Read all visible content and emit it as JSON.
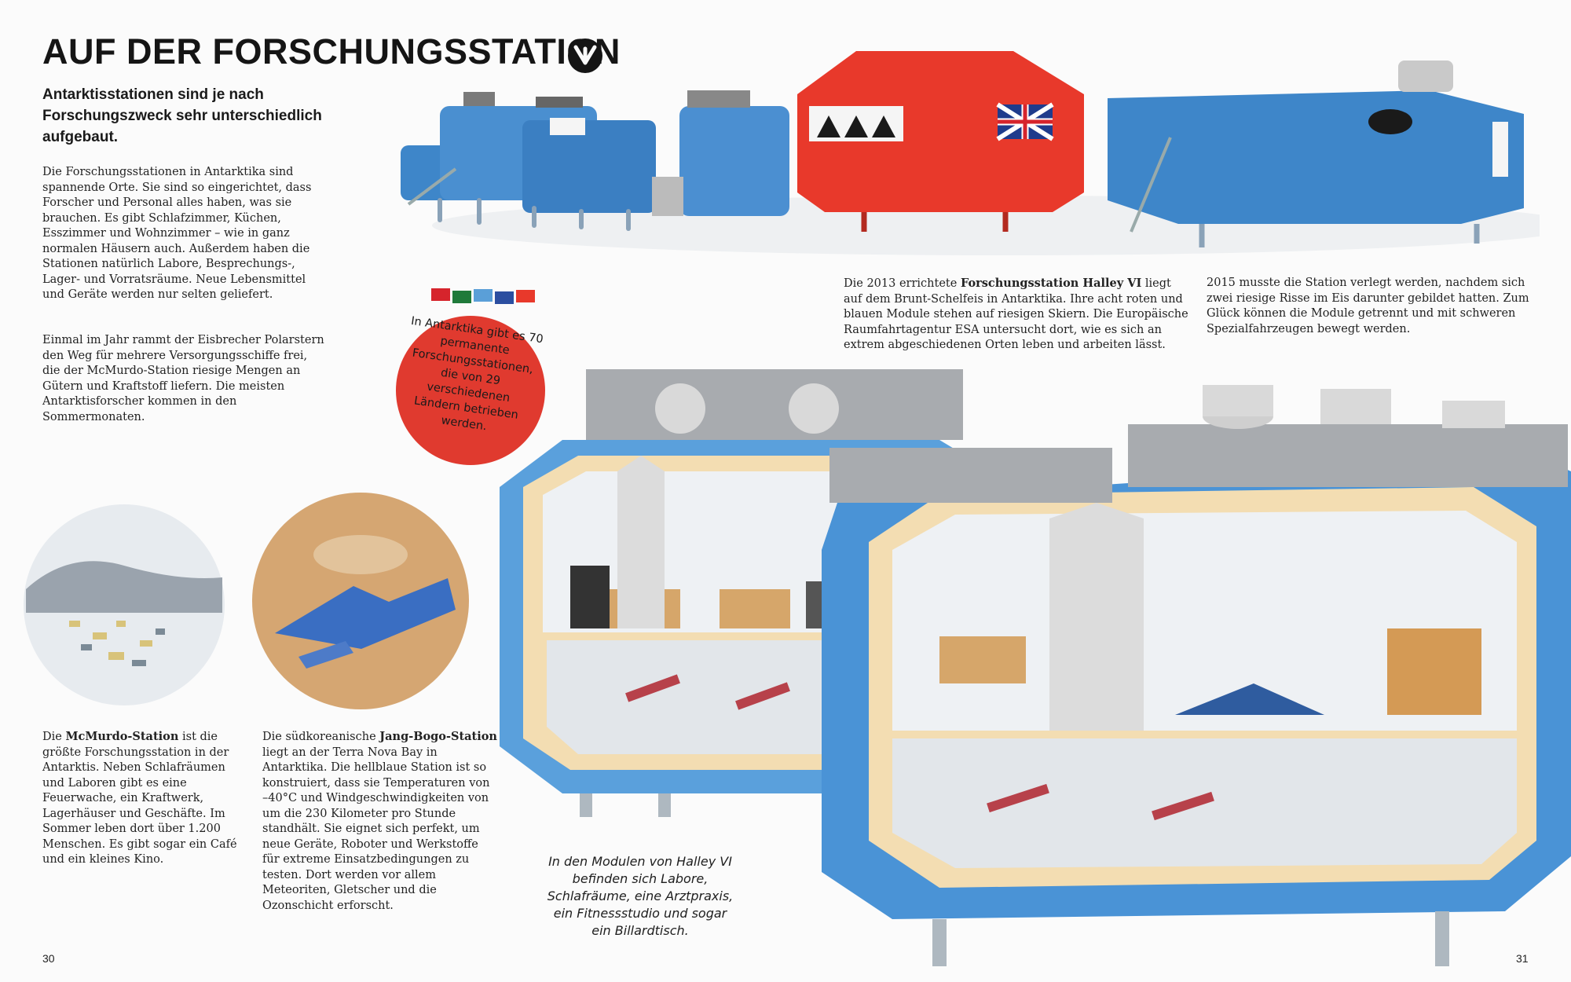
{
  "title": "AUF DER FORSCHUNGSSTATION",
  "subtitle": "Antarktisstationen sind je nach Forschungszweck sehr unterschiedlich aufgebaut.",
  "paragraphs": {
    "intro": "Die Forschungsstationen in Antarktika sind spannende Orte. Sie sind so eingerichtet, dass Forscher und Personal alles haben, was sie brauchen. Es gibt Schlafzimmer, Küchen, Esszimmer und Wohnzimmer – wie in ganz normalen Häusern auch. Außerdem haben die Stationen natürlich Labore, Besprechungs-, Lager- und Vorratsräume. Neue Lebensmittel und Geräte werden nur selten geliefert.",
    "supply": "Einmal im Jahr rammt der Eisbrecher Polarstern den Weg für mehrere Versorgungsschiffe frei, die der McMurdo-Station riesige Mengen an Gütern und Kraftstoff liefern. Die meisten Antarktisforscher kommen in den Sommermonaten.",
    "mcmurdo_pre": "Die ",
    "mcmurdo_bold": "McMurdo-Station",
    "mcmurdo_post": " ist die größte Forschungsstation in der Antarktis. Neben Schlafräumen und Laboren gibt es eine Feuerwache, ein Kraftwerk, Lagerhäuser und Geschäfte. Im Sommer leben dort über 1.200 Menschen. Es gibt sogar ein Café und ein kleines Kino.",
    "jangbogo_pre": "Die südkoreanische ",
    "jangbogo_bold": "Jang-Bogo-Station",
    "jangbogo_post": " liegt an der Terra Nova Bay in Antarktika. Die hellblaue Station ist so konstruiert, dass sie Temperaturen von –40°C und Windgeschwindigkeiten von um die 230 Kilometer pro Stunde standhält. Sie eignet sich perfekt, um neue Geräte, Roboter und Werkstoffe für extreme Einsatzbedingungen zu testen. Dort werden vor allem Meteoriten, Gletscher und die Ozonschicht erforscht.",
    "halley_pre": "Die 2013 errichtete ",
    "halley_bold": "Forschungsstation Halley VI",
    "halley_post": " liegt auf dem Brunt-Schelfeis in Antarktika. Ihre acht roten und blauen Module stehen auf riesigen Skiern. Die Europäische Raumfahrtagentur ESA untersucht dort, wie es sich an extrem abgeschiedenen Orten leben und arbeiten lässt.",
    "relocation": "2015 musste die Station verlegt werden, nachdem sich zwei riesige Risse im Eis darunter gebildet hatten. Zum Glück können die Module getrennt und mit schweren Spezialfahrzeugen bewegt werden."
  },
  "badge_text": "In Antarktika gibt es 70 permanente Forschungsstationen, die von 29 verschiedenen Ländern betrieben werden.",
  "caption": "In den Modulen von Halley VI befinden sich Labore, Schlafräume, eine Arztpraxis, ein Fitnessstudio und sogar ein Billardtisch.",
  "page_numbers": {
    "left": "30",
    "right": "31"
  },
  "icons": {
    "title_icon": "penguin-footprint-icon",
    "flags": "flag-icons"
  },
  "colors": {
    "module_blue": "#3e86c9",
    "module_red": "#e8392b",
    "badge_red": "#e03a2f",
    "interior_cream": "#f3ddb2"
  }
}
